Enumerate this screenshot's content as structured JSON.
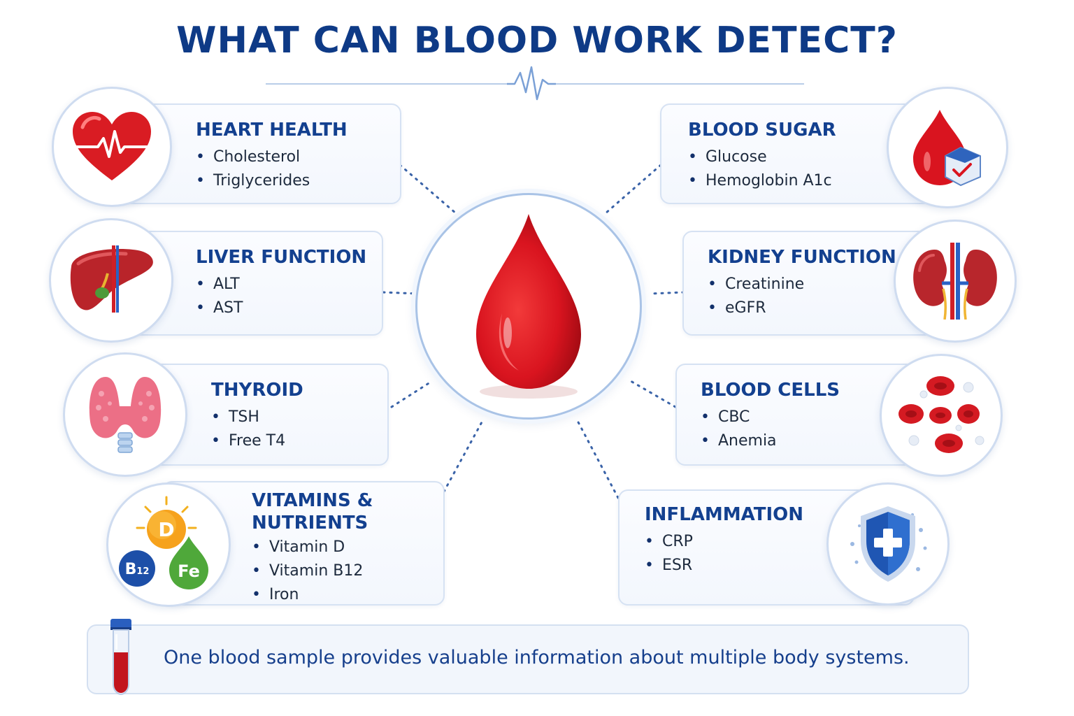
{
  "title": "WHAT CAN BLOOD WORK DETECT?",
  "categories": [
    {
      "id": "heart",
      "name": "HEART HEALTH",
      "items": [
        "Cholesterol",
        "Triglycerides"
      ],
      "icon": "heart-pulse-icon"
    },
    {
      "id": "liver",
      "name": "LIVER FUNCTION",
      "items": [
        "ALT",
        "AST"
      ],
      "icon": "liver-icon"
    },
    {
      "id": "thyroid",
      "name": "THYROID",
      "items": [
        "TSH",
        "Free T4"
      ],
      "icon": "thyroid-icon"
    },
    {
      "id": "vitamins",
      "name": "VITAMINS & NUTRIENTS",
      "items": [
        "Vitamin D",
        "Vitamin B12",
        "Iron"
      ],
      "icon": "vitamins-icon"
    },
    {
      "id": "sugar",
      "name": "BLOOD SUGAR",
      "items": [
        "Glucose",
        "Hemoglobin A1c"
      ],
      "icon": "blood-drop-check-icon"
    },
    {
      "id": "kidney",
      "name": "KIDNEY FUNCTION",
      "items": [
        "Creatinine",
        "eGFR"
      ],
      "icon": "kidneys-icon"
    },
    {
      "id": "cells",
      "name": "BLOOD CELLS",
      "items": [
        "CBC",
        "Anemia"
      ],
      "icon": "blood-cells-icon"
    },
    {
      "id": "inflammation",
      "name": "INFLAMMATION",
      "items": [
        "CRP",
        "ESR"
      ],
      "icon": "shield-cross-icon"
    }
  ],
  "vitamin_badges": {
    "d": "D",
    "b12_main": "B",
    "b12_sub": "12",
    "fe": "Fe"
  },
  "footer": {
    "text": "One blood sample provides valuable information about multiple body systems."
  },
  "colors": {
    "title": "#0e3a86",
    "heading": "#13408f",
    "blood": "#d9141f",
    "border": "#d6e2f3"
  }
}
